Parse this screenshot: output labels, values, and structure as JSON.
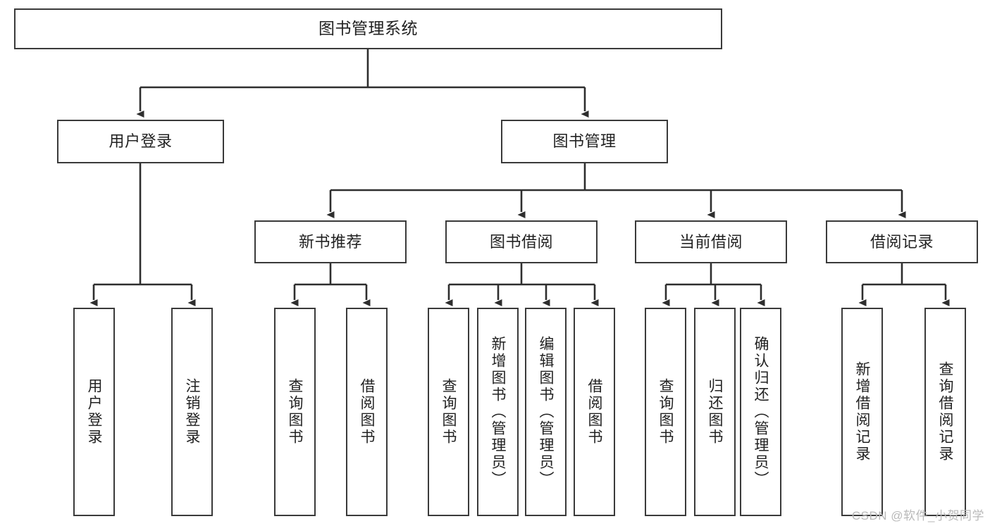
{
  "diagram": {
    "title": "图书管理系统",
    "type": "hierarchy-tree",
    "orientation": "top-down",
    "colors": {
      "box_border": "#3a3a3a",
      "box_fill": "#ffffff",
      "edge": "#2e2e2e",
      "text": "#222222",
      "watermark": "#b9b9b9",
      "background": "#ffffff"
    },
    "watermark": "CSDN @软件_小贺同学",
    "levels": {
      "level1": [
        {
          "id": "root",
          "label": "图书管理系统"
        }
      ],
      "level2": [
        {
          "id": "user-login",
          "label": "用户登录"
        },
        {
          "id": "book-manage",
          "label": "图书管理"
        }
      ],
      "level3": [
        {
          "id": "new-book-recommend",
          "label": "新书推荐",
          "parent": "book-manage"
        },
        {
          "id": "book-borrow",
          "label": "图书借阅",
          "parent": "book-manage"
        },
        {
          "id": "current-borrow",
          "label": "当前借阅",
          "parent": "book-manage"
        },
        {
          "id": "borrow-record",
          "label": "借阅记录",
          "parent": "book-manage"
        }
      ],
      "leaves": [
        {
          "id": "leaf-user-login",
          "label": "用户登录",
          "parent": "user-login"
        },
        {
          "id": "leaf-logout",
          "label": "注销登录",
          "parent": "user-login"
        },
        {
          "id": "leaf-query-book-1",
          "label": "查询图书",
          "parent": "new-book-recommend"
        },
        {
          "id": "leaf-borrow-book-1",
          "label": "借阅图书",
          "parent": "new-book-recommend"
        },
        {
          "id": "leaf-query-book-2",
          "label": "查询图书",
          "parent": "book-borrow"
        },
        {
          "id": "leaf-add-book",
          "label": "新增图书（管理员）",
          "parent": "book-borrow"
        },
        {
          "id": "leaf-edit-book",
          "label": "编辑图书（管理员）",
          "parent": "book-borrow"
        },
        {
          "id": "leaf-borrow-book-2",
          "label": "借阅图书",
          "parent": "book-borrow"
        },
        {
          "id": "leaf-query-book-3",
          "label": "查询图书",
          "parent": "current-borrow"
        },
        {
          "id": "leaf-return-book",
          "label": "归还图书",
          "parent": "current-borrow"
        },
        {
          "id": "leaf-confirm-return",
          "label": "确认归还（管理员）",
          "parent": "current-borrow"
        },
        {
          "id": "leaf-add-record",
          "label": "新增借阅记录",
          "parent": "borrow-record"
        },
        {
          "id": "leaf-query-record",
          "label": "查询借阅记录",
          "parent": "borrow-record"
        }
      ]
    }
  }
}
